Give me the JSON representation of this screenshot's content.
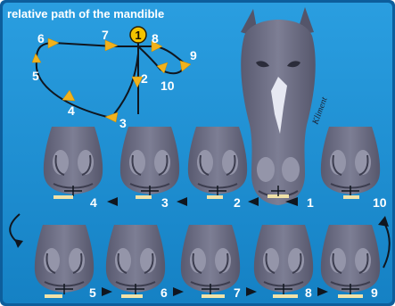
{
  "title": "relative path of the mandible",
  "path_steps": [
    "1",
    "2",
    "3",
    "4",
    "5",
    "6",
    "7",
    "8",
    "9",
    "10"
  ],
  "panel_labels": {
    "top_row": [
      "4",
      "3",
      "2",
      "1",
      "10"
    ],
    "bottom_row": [
      "5",
      "6",
      "7",
      "8",
      "9"
    ]
  },
  "signature": "Kliment",
  "colors": {
    "background": "#1e8fd0",
    "frame": "#0d5e9c",
    "head": "#6a6b80",
    "head_dark": "#4a4b5e",
    "nostril": "#8f90a3",
    "arrow": "#f2b21c",
    "badge": "#f5c400",
    "blaze": "#e6e8f2",
    "teeth": "#f0e2a8"
  }
}
